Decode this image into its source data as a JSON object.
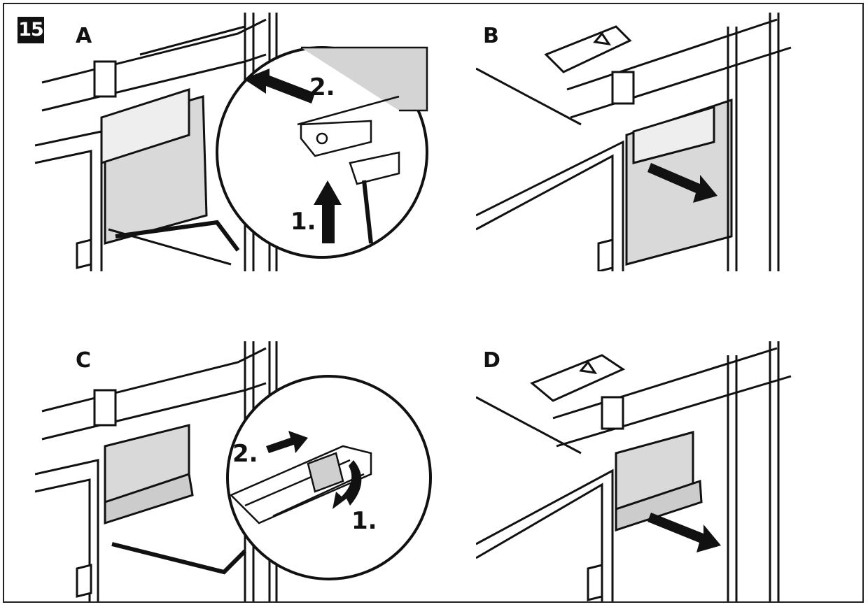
{
  "figure_number": "15",
  "panels": [
    {
      "letter": "A",
      "callouts": [
        "1.",
        "2."
      ]
    },
    {
      "letter": "B",
      "callouts": []
    },
    {
      "letter": "C",
      "callouts": [
        "1.",
        "2."
      ]
    },
    {
      "letter": "D",
      "callouts": []
    }
  ],
  "colors": {
    "line": "#111111",
    "shade": "#d9d9d9",
    "background": "#ffffff"
  }
}
